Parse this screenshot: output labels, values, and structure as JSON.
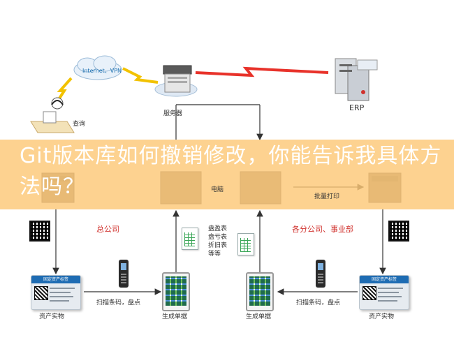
{
  "question": "Git版本库如何撤销修改，你能告诉我具体方法吗？",
  "nodes": {
    "vpn": "Internet、VPN",
    "server": "服务器",
    "erp": "ERP",
    "query": "查询",
    "computer": "电脑",
    "batch_print": "批量打印",
    "head_office": "总公司",
    "branches": "各分公司、事业部",
    "reports": [
      "盘盈表",
      "盘亏表",
      "折旧表",
      "等等"
    ],
    "scan_left": "扫描条码，盘点",
    "scan_right": "扫描条码，盘点",
    "generate_left": "生成单据",
    "generate_right": "生成单据",
    "asset_left": "资产实物",
    "asset_right": "资产实物",
    "tag_title": "固定资产标签"
  },
  "colors": {
    "arrow": "#333333",
    "lightning": "#f2c200",
    "red_bolt": "#e8322a",
    "overlay": "#fcc878",
    "accent_red": "#d0312d"
  }
}
